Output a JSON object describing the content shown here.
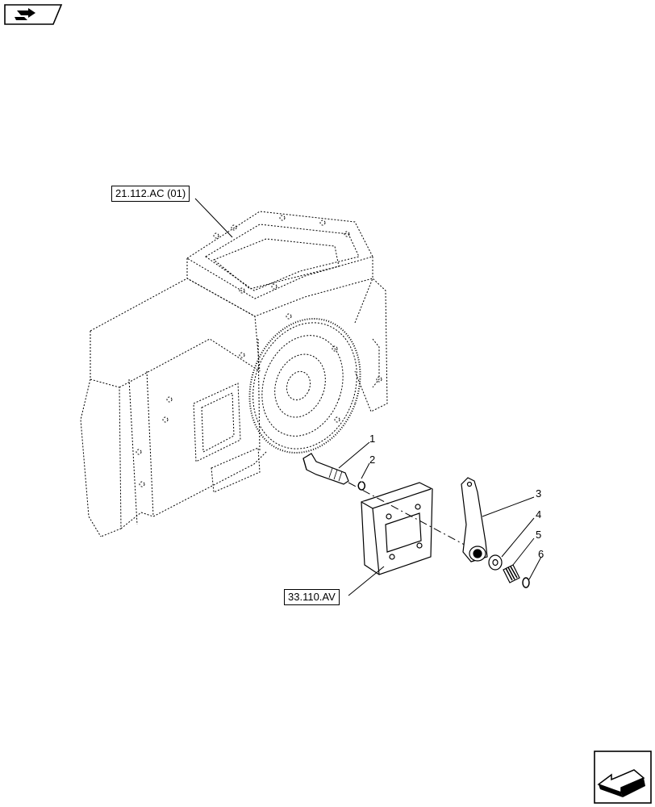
{
  "icons": {
    "top_left": "book-arrow-icon",
    "bottom_right": "back-arrow-icon"
  },
  "references": {
    "top": "21.112.AC (01)",
    "bottom": "33.110.AV"
  },
  "callouts": [
    "1",
    "2",
    "3",
    "4",
    "5",
    "6"
  ]
}
